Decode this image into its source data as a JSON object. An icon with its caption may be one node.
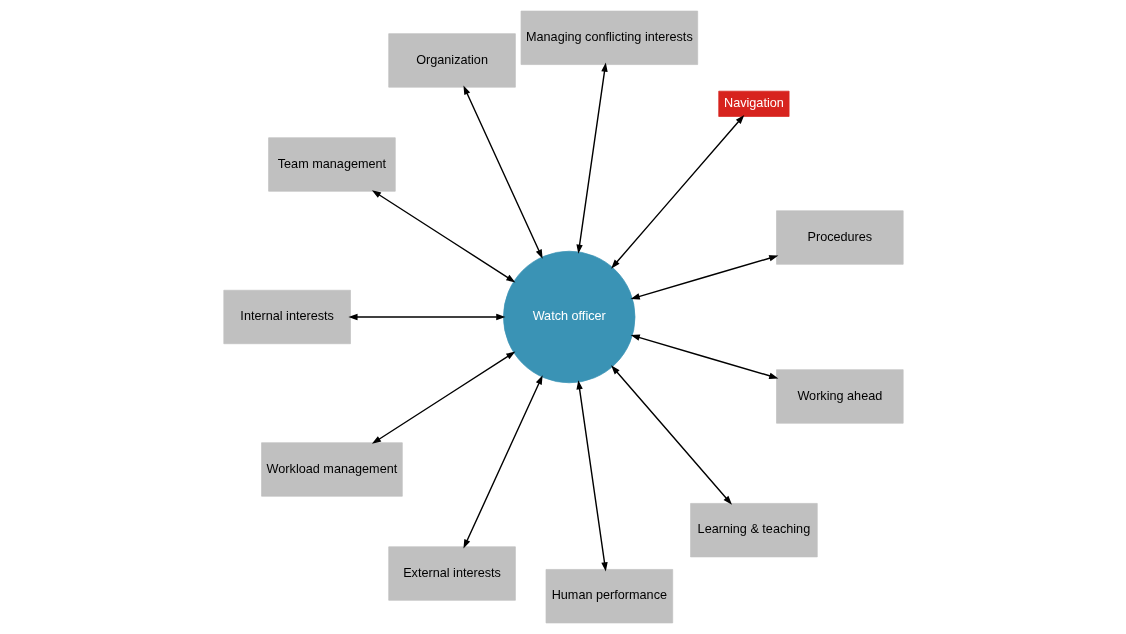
{
  "diagram": {
    "nodes": [
      {
        "text": [
          "Procedures"
        ]
      },
      {
        "text": [
          "Navigation"
        ]
      },
      {
        "text": [
          "Managing conflicting interests"
        ]
      },
      {
        "text": [
          "Organization"
        ]
      },
      {
        "text": [
          "Watch officer"
        ]
      },
      {
        "text": [
          "Team management"
        ]
      },
      {
        "text": [
          "Internal interests"
        ]
      },
      {
        "text": [
          "Workload management"
        ]
      },
      {
        "text": [
          "External interests"
        ]
      },
      {
        "text": [
          "Human performance"
        ]
      },
      {
        "text": [
          "Learning & teaching"
        ]
      },
      {
        "text": [
          "Working ahead"
        ]
      }
    ],
    "edges": [
      {
        "from": 4,
        "to": 0,
        "arrow": "both"
      },
      {
        "from": 4,
        "to": 1,
        "arrow": "both"
      },
      {
        "from": 4,
        "to": 2,
        "arrow": "both"
      },
      {
        "from": 4,
        "to": 3,
        "arrow": "both"
      },
      {
        "from": 4,
        "to": 5,
        "arrow": "both"
      },
      {
        "from": 4,
        "to": 6,
        "arrow": "both"
      },
      {
        "from": 4,
        "to": 7,
        "arrow": "both"
      },
      {
        "from": 4,
        "to": 8,
        "arrow": "both"
      },
      {
        "from": 4,
        "to": 9,
        "arrow": "both"
      },
      {
        "from": 4,
        "to": 10,
        "arrow": "both"
      },
      {
        "from": 4,
        "to": 11,
        "arrow": "both"
      }
    ]
  }
}
